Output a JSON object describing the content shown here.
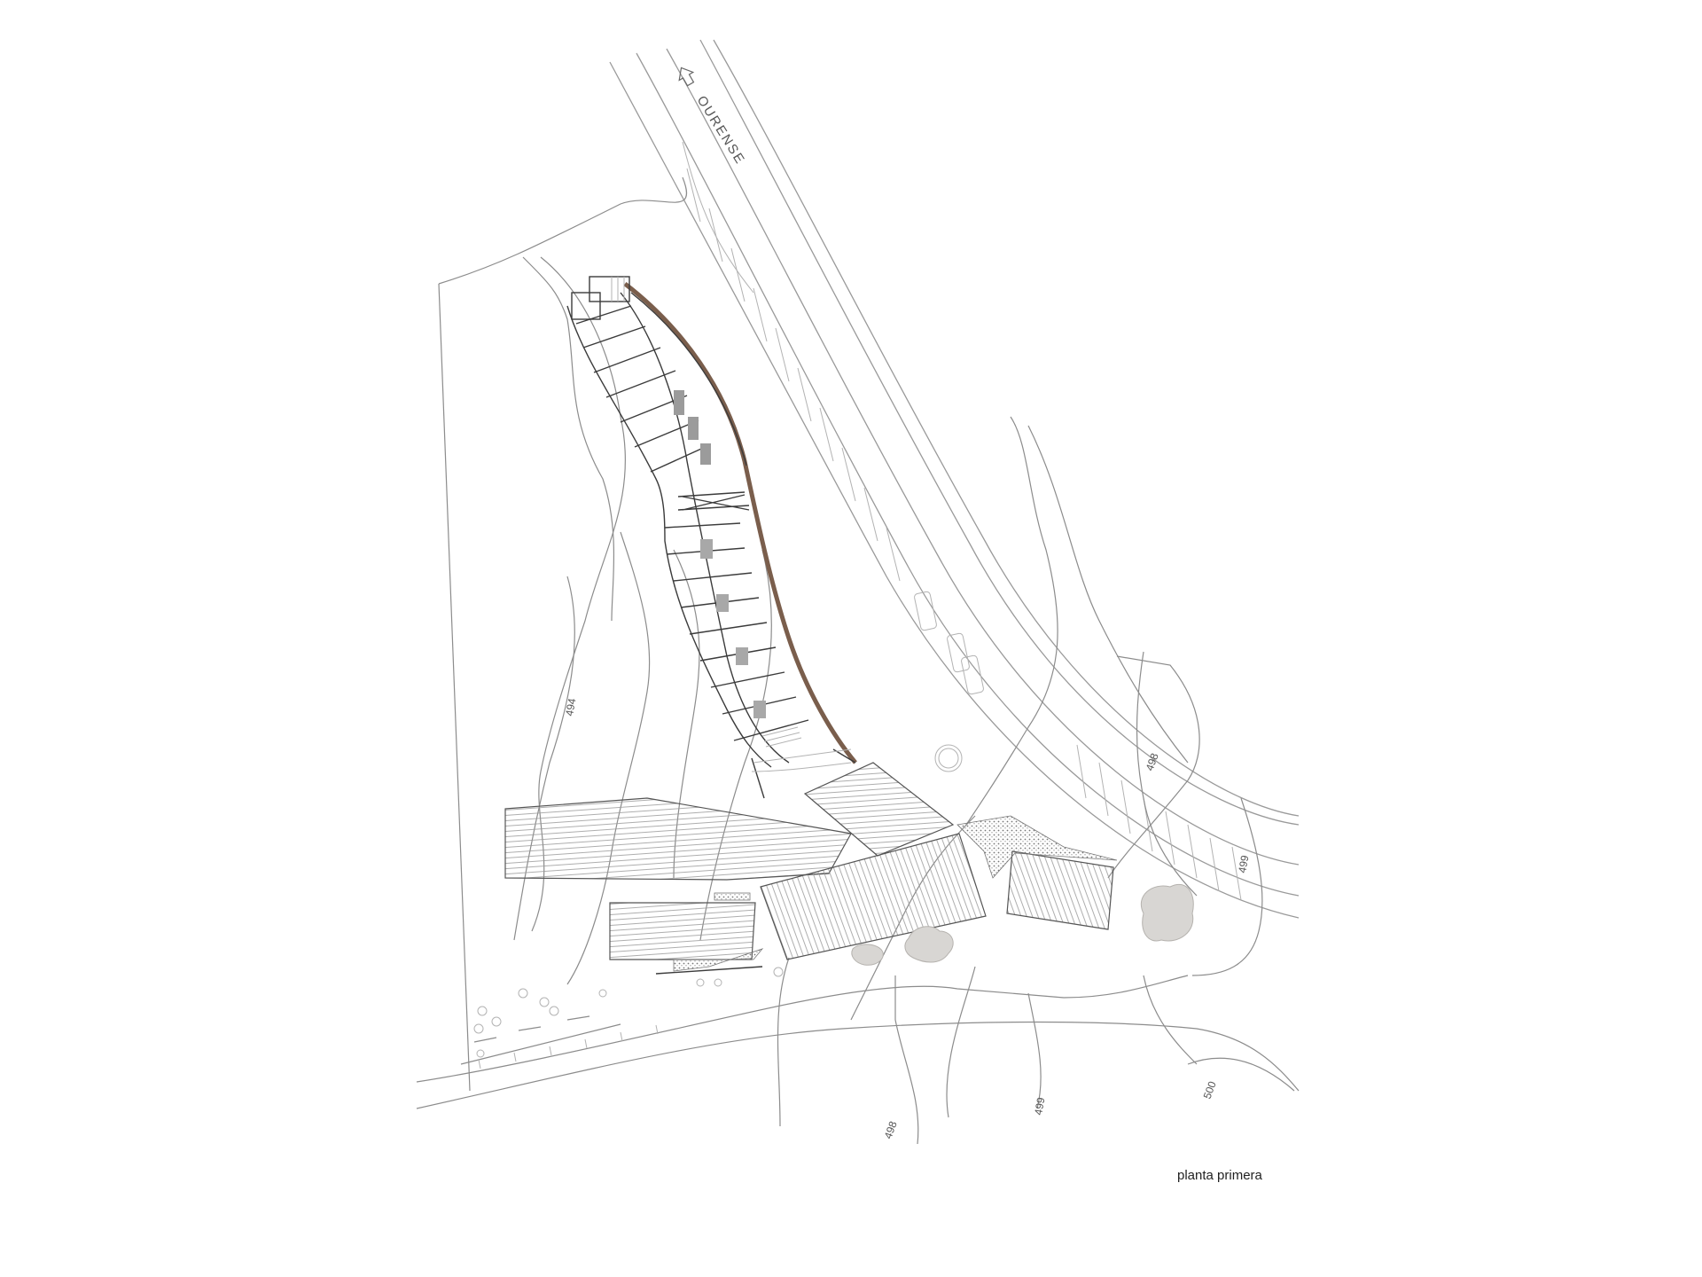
{
  "drawing": {
    "sheet_title": "planta primera",
    "road_label": "OURENSE",
    "contour_labels": {
      "west": "494",
      "east": "498",
      "south_a": "498",
      "south_b": "499",
      "south_c": "500",
      "right_edge": "499"
    }
  },
  "colors": {
    "line": "#8c8c8c",
    "facade": "#7a5e4c",
    "tree_fill": "#d8d6d3",
    "background": "#ffffff"
  },
  "icons": {
    "road_direction": "arrow-up-left-icon"
  }
}
